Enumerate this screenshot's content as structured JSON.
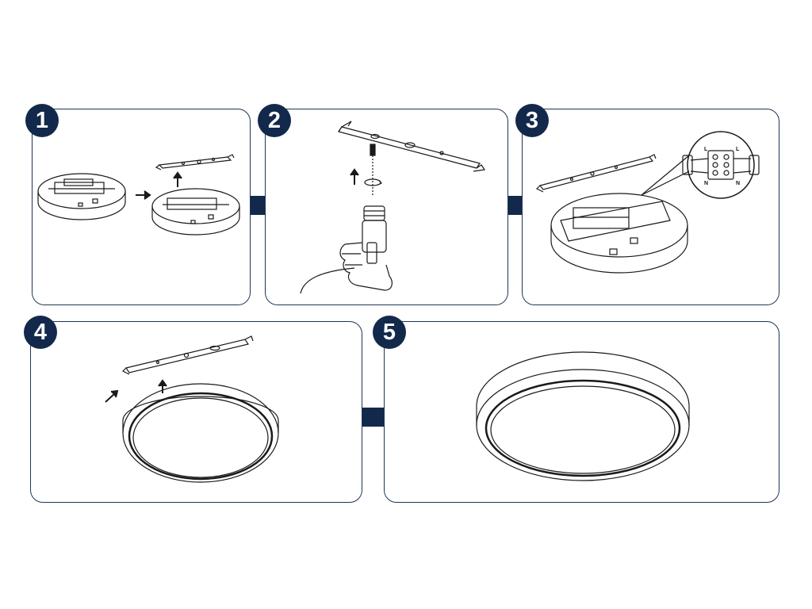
{
  "steps": [
    {
      "number": "1"
    },
    {
      "number": "2"
    },
    {
      "number": "3"
    },
    {
      "number": "4"
    },
    {
      "number": "5"
    }
  ],
  "wiring": {
    "live": "L",
    "neutral": "N"
  },
  "colors": {
    "badge": "#13294b",
    "border": "#1e3556",
    "line": "#1a1a1a"
  }
}
